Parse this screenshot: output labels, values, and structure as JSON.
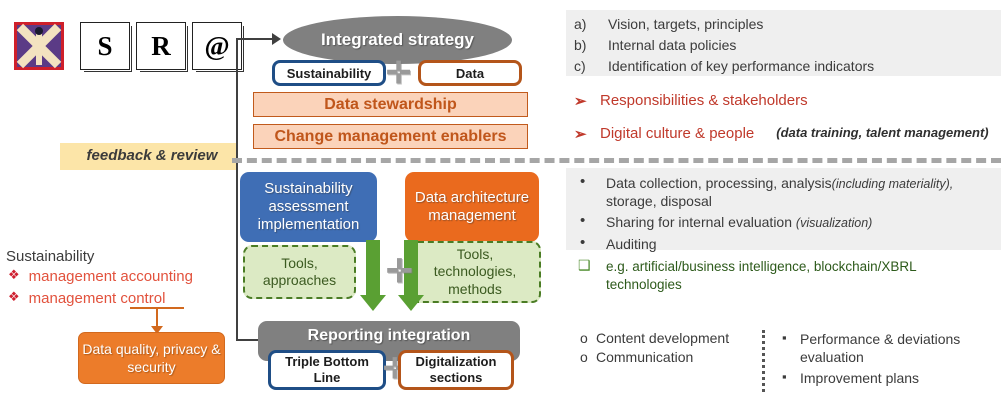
{
  "logos": [
    {
      "name": "flag-emblem",
      "glyph": ""
    },
    {
      "name": "s-letter",
      "glyph": "S"
    },
    {
      "name": "r-letter",
      "glyph": "R"
    },
    {
      "name": "at-symbol",
      "glyph": "@"
    }
  ],
  "feedback": {
    "label": "feedback & review"
  },
  "strategy": {
    "title": "Integrated strategy",
    "left_box": "Sustainability",
    "right_box": "Data",
    "plus": "✛",
    "bars": [
      "Data stewardship",
      "Change management enablers"
    ]
  },
  "middle": {
    "blue_box": "Sustainability assessment implementation",
    "orange_box": "Data architecture management",
    "green_left": "Tools, approaches",
    "green_right": "Tools, technologies, methods",
    "plus": "✛"
  },
  "reporting": {
    "title": "Reporting integration",
    "left_box": "Triple Bottom Line",
    "right_box": "Digitalization sections",
    "plus": "✛"
  },
  "sustainability_panel": {
    "title": "Sustainability",
    "bullet": "❖",
    "items": [
      "management accounting",
      "management control"
    ],
    "box": "Data quality, privacy & security"
  },
  "right_panel": {
    "abc": [
      {
        "mark": "a)",
        "text": "Vision, targets, principles"
      },
      {
        "mark": "b)",
        "text": "Internal data policies"
      },
      {
        "mark": "c)",
        "text": "Identification of key performance indicators"
      }
    ],
    "red": [
      {
        "mark": "➢",
        "text": "Responsibilities & stakeholders",
        "note": ""
      },
      {
        "mark": "➢",
        "text": "Digital culture & people",
        "note": "(data training, talent management)"
      }
    ],
    "dots": [
      {
        "mark": "•",
        "text": "Data collection, processing, analysis",
        "italic": "(including materiality),",
        "tail": " storage, disposal"
      },
      {
        "mark": "•",
        "text": "Sharing for internal evaluation ",
        "italic": "(visualization)",
        "tail": ""
      },
      {
        "mark": "•",
        "text": "Auditing",
        "italic": "",
        "tail": ""
      }
    ],
    "square": [
      {
        "mark": "❑",
        "text": "e.g. artificial/business intelligence, blockchain/XBRL technologies"
      }
    ],
    "circles": [
      {
        "mark": "o",
        "text": "Content development"
      },
      {
        "mark": "o",
        "text": "Communication"
      }
    ],
    "squares2": [
      {
        "mark": "▪",
        "text": "Performance & deviations evaluation"
      },
      {
        "mark": "▪",
        "text": "Improvement plans"
      }
    ]
  },
  "colors": {
    "grey_fill": "#808080",
    "blue": "#3f6eb5",
    "orange": "#ea6a1e",
    "peach": "#fbd3ba",
    "green": "#5aa033",
    "red": "#c0392b",
    "band": "#fce5a8"
  }
}
